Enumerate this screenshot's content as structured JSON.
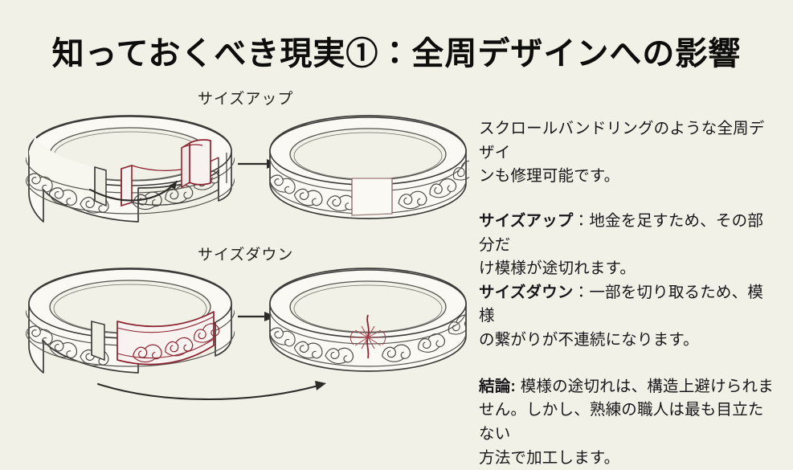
{
  "slide": {
    "title": "知っておくべき現実①：全周デザインへの影響",
    "background_color": "#f2f1e7",
    "text_color": "#17171a",
    "accent_red": "#8b2430",
    "ink_color": "#3a3a38"
  },
  "diagram": {
    "size_up": {
      "label": "サイズアップ",
      "before_ring": {
        "name": "cut-ring-with-gap",
        "description": "スクロール模様の全周リング、下部が切断され隙間",
        "pattern": "scroll"
      },
      "insert_piece": {
        "name": "metal-insert-block",
        "color": "#8b2430",
        "description": "追加する地金の板"
      },
      "curved_arrow": {
        "name": "insert-motion-arrow",
        "direction": "left-to-upper-right"
      },
      "straight_arrow": {
        "name": "transform-arrow",
        "direction": "right"
      },
      "after_ring": {
        "name": "ring-with-plain-insert",
        "description": "模様が途切れた無地の差し込み部分をもつリング",
        "seam": "plain-blank-segment"
      }
    },
    "size_down": {
      "label": "サイズダウン",
      "before_ring": {
        "name": "ring-with-removal-section",
        "description": "切り取る部分が赤く示された全周リング",
        "highlight_color": "#8b2430"
      },
      "curved_arrow": {
        "name": "removal-motion-arrow",
        "direction": "left-to-right"
      },
      "straight_arrow": {
        "name": "transform-arrow",
        "direction": "right"
      },
      "after_ring": {
        "name": "ring-with-joint-seam",
        "description": "赤い接合線で模様が不連続になったリング",
        "seam": "red-joint-line"
      }
    }
  },
  "text_panel": {
    "intro": {
      "line1": "スクロールバンドリングのような全周デザイ",
      "line2": "ンも修理可能です。"
    },
    "size_up": {
      "bold": "サイズアップ",
      "rest_line1": "：地金を足すため、その部分だ",
      "rest_line2": "け模様が途切れます。"
    },
    "size_down": {
      "bold": "サイズダウン",
      "rest_line1": "：一部を切り取るため、模様",
      "rest_line2": "の繋がりが不連続になります。"
    },
    "conclusion": {
      "bold": "結論:",
      "rest_line1": " 模様の途切れは、構造上避けられま",
      "rest_line2": "せん。しかし、熟練の職人は最も目立たない",
      "rest_line3": "方法で加工します。"
    }
  }
}
